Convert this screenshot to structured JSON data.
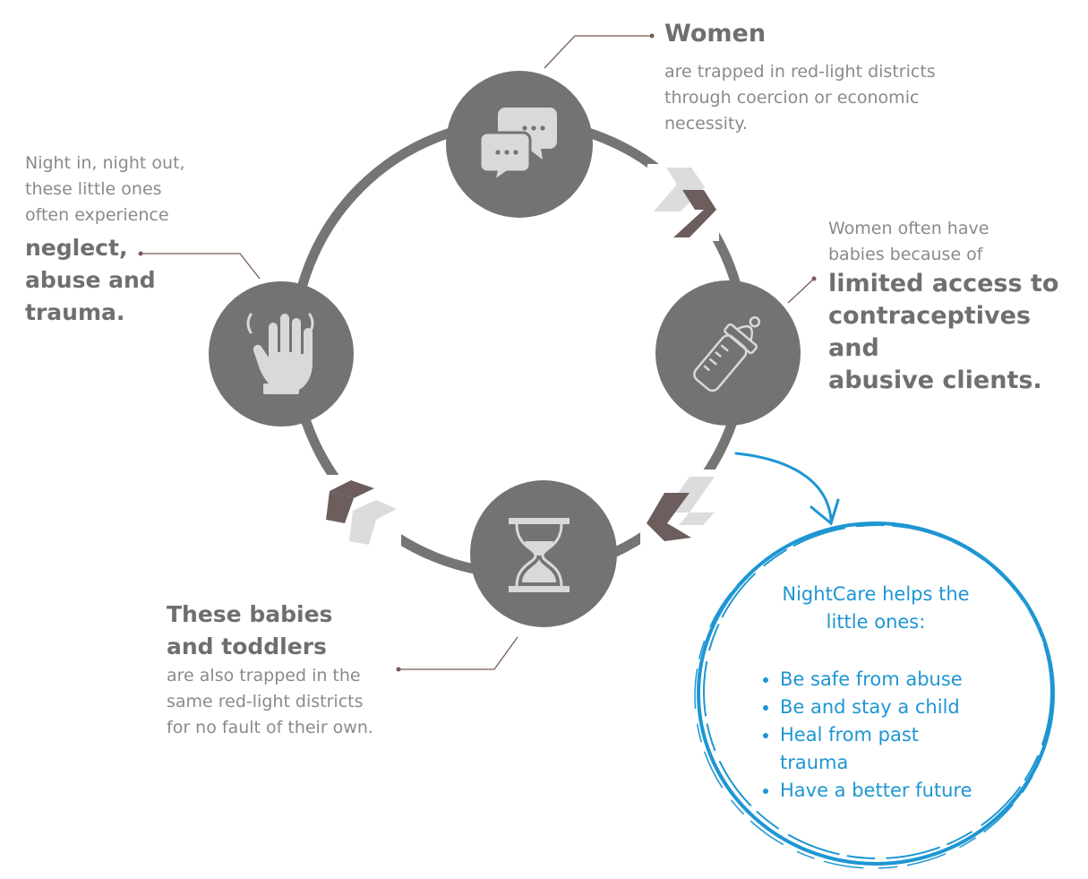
{
  "colors": {
    "ring": "#757575",
    "node": "#737373",
    "icon": "#d9d9d9",
    "chevron_dark": "#6d5d5d",
    "chevron_light": "#dcdcdc",
    "connector_dot": "#7a5a55",
    "accent_blue": "#1e96d2",
    "text_gray": "#8a8a8a",
    "heading_gray": "#6f6f6f"
  },
  "nodes": [
    {
      "id": "women",
      "icon": "speech-bubbles-icon"
    },
    {
      "id": "babies-because",
      "icon": "baby-bottle-icon"
    },
    {
      "id": "babies-trapped",
      "icon": "hourglass-icon"
    },
    {
      "id": "neglect",
      "icon": "raised-hand-icon"
    }
  ],
  "women": {
    "title": "Women",
    "body_lines": [
      "are trapped in red-light districts",
      "through coercion or economic",
      "necessity."
    ]
  },
  "babies_because": {
    "intro_lines": [
      "Women often have",
      "babies because of"
    ],
    "bold_lines": [
      "limited access to",
      "contraceptives and",
      "abusive clients."
    ]
  },
  "babies_trapped": {
    "title_lines": [
      "These babies",
      "and toddlers"
    ],
    "body_lines": [
      "are also trapped in the",
      "same red-light districts",
      "for no fault of their own."
    ]
  },
  "neglect": {
    "intro_lines": [
      "Night in, night out,",
      "these little ones",
      "often experience"
    ],
    "bold_lines": [
      "neglect,",
      "abuse and",
      "trauma."
    ]
  },
  "nightcare": {
    "heading_lines": [
      "NightCare helps the",
      "little ones:"
    ],
    "items": [
      "Be safe from abuse",
      "Be and stay a child",
      "Heal from past trauma",
      "Have a better future"
    ]
  }
}
